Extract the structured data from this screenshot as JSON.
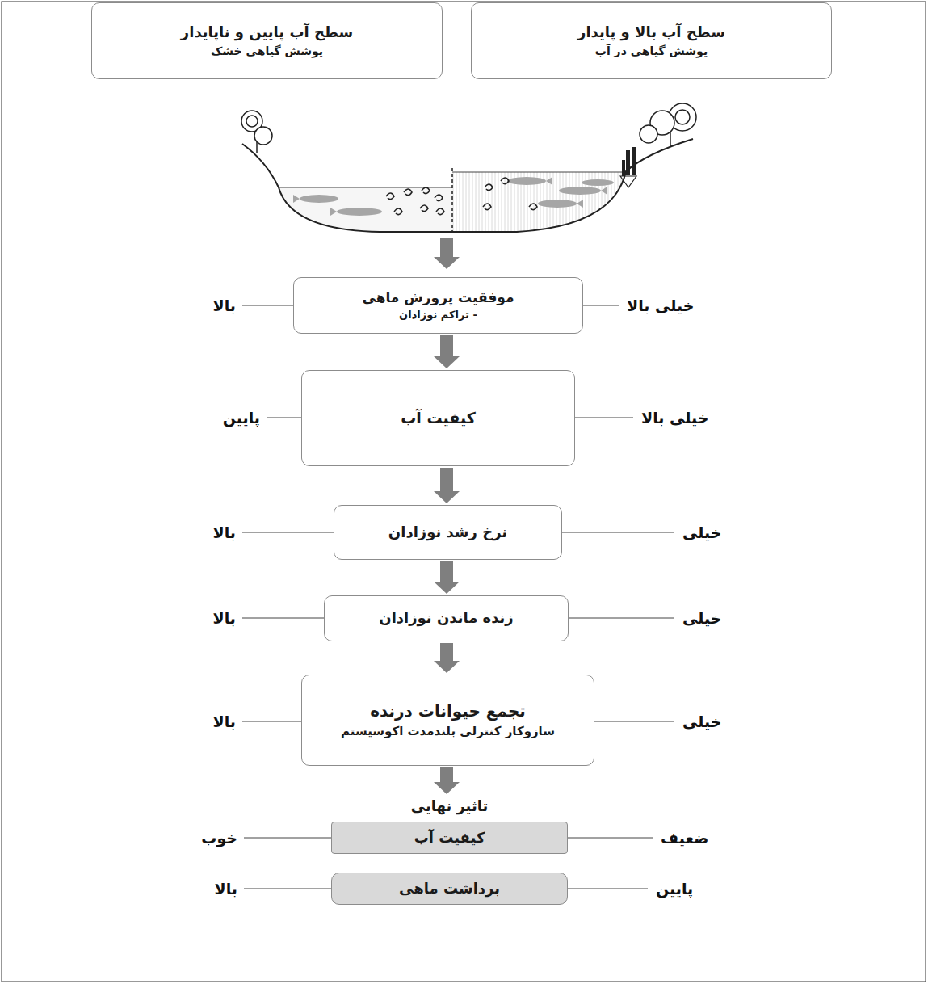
{
  "diagram": {
    "nodes": [
      {
        "text": [
          "سطح آب بالا و پایدار",
          "پوشش گیاهی در آب"
        ]
      },
      {
        "text": [
          "سطح آب پایین و ناپایدار",
          "پوشش گیاهی خشک"
        ]
      },
      {
        "text": [
          "موفقیت پرورش ماهی",
          "- تراکم نوزادان"
        ]
      },
      {
        "text": [
          "کیفیت آب"
        ]
      },
      {
        "text": [
          "نرخ رشد نوزادان"
        ]
      },
      {
        "text": [
          "زنده ماندن نوزادان"
        ]
      },
      {
        "text": [
          "تجمع حیوانات درنده",
          "سازوکار کنترلی بلندمدت اکوسیستم"
        ]
      },
      {
        "text": [
          "تاثیر نهایی",
          "کیفیت آب"
        ]
      },
      {
        "text": [
          "برداشت ماهی"
        ]
      }
    ],
    "edges": [
      {
        "from": 2,
        "to": 3,
        "arrow": "to"
      },
      {
        "from": 3,
        "to": 4,
        "arrow": "to"
      },
      {
        "from": 4,
        "to": 5,
        "arrow": "to"
      },
      {
        "from": 5,
        "to": 6,
        "arrow": "to"
      },
      {
        "from": 6,
        "to": 7,
        "arrow": "to"
      }
    ],
    "labels": [
      "خیلی بالا",
      "بالا",
      "خیلی بالا",
      "پایین",
      "خیلی",
      "بالا",
      "خیلی",
      "بالا",
      "خیلی",
      "بالا",
      "ضعیف",
      "خوب",
      "پایین",
      "بالا"
    ]
  }
}
